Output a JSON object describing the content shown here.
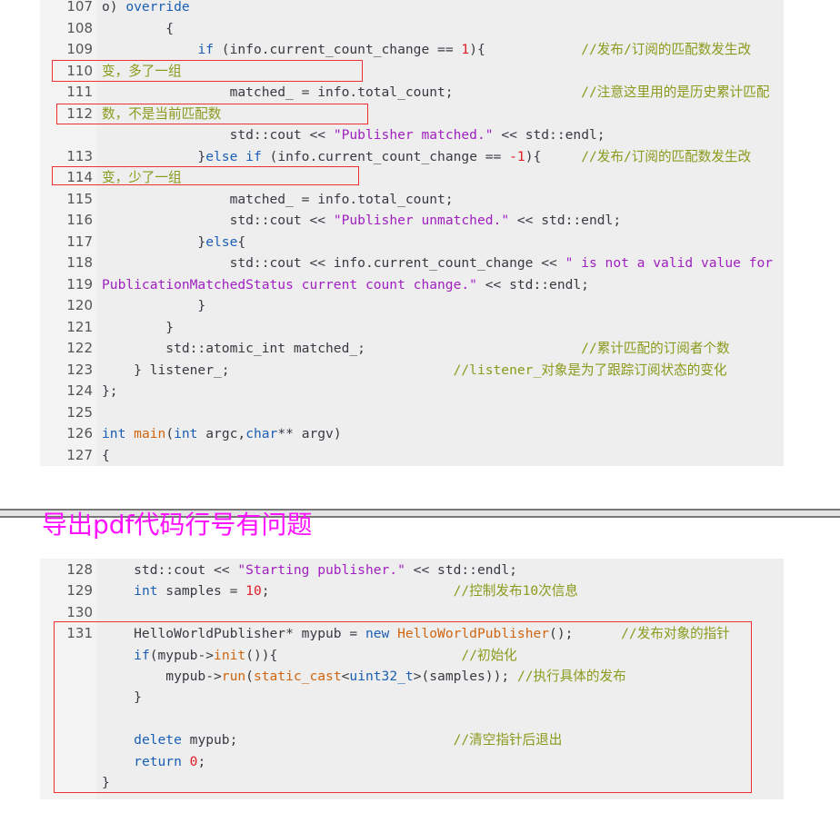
{
  "note": "导出pdf代码行号有问题",
  "colors": {
    "keyword": "#1a5fb4",
    "function": "#d0650f",
    "string": "#a020c0",
    "number": "#e01b24",
    "comment": "#8a9a1c",
    "highlight_box": "#f03030",
    "note": "#ff10ff"
  },
  "block1": [
    {
      "num": "107",
      "t": [
        [
          "o) ",
          "p"
        ],
        [
          "override",
          "k"
        ]
      ]
    },
    {
      "num": "108",
      "t": [
        [
          "        {",
          "p"
        ]
      ]
    },
    {
      "num": "109",
      "t": [
        [
          "            ",
          "p"
        ],
        [
          "if",
          "k"
        ],
        [
          " (info.current_count_change == ",
          "p"
        ],
        [
          "1",
          "n"
        ],
        [
          "){            ",
          "p"
        ],
        [
          "//发布/订阅的匹配数发生改",
          "c"
        ]
      ]
    },
    {
      "num": "110",
      "t": [
        [
          "变，多了一组",
          "c"
        ]
      ]
    },
    {
      "num": "111",
      "t": [
        [
          "                matched_ = info.total_count;                ",
          "p"
        ],
        [
          "//注意这里用的是历史累计匹配",
          "c"
        ]
      ]
    },
    {
      "num": "112",
      "t": [
        [
          "数，不是当前匹配数",
          "c"
        ]
      ]
    },
    {
      "num": "",
      "t": [
        [
          "                std::cout << ",
          "p"
        ],
        [
          "\"Publisher matched.\"",
          "s"
        ],
        [
          " << std::endl;",
          "p"
        ]
      ]
    },
    {
      "num": "113",
      "t": [
        [
          "            }",
          "p"
        ],
        [
          "else if",
          "k"
        ],
        [
          " (info.current_count_change == ",
          "p"
        ],
        [
          "-1",
          "n"
        ],
        [
          "){     ",
          "p"
        ],
        [
          "//发布/订阅的匹配数发生改",
          "c"
        ]
      ]
    },
    {
      "num": "114",
      "t": [
        [
          "变，少了一组",
          "c"
        ]
      ]
    },
    {
      "num": "115",
      "t": [
        [
          "                matched_ = info.total_count;",
          "p"
        ]
      ]
    },
    {
      "num": "116",
      "t": [
        [
          "                std::cout << ",
          "p"
        ],
        [
          "\"Publisher unmatched.\"",
          "s"
        ],
        [
          " << std::endl;",
          "p"
        ]
      ]
    },
    {
      "num": "117",
      "t": [
        [
          "            }",
          "p"
        ],
        [
          "else",
          "k"
        ],
        [
          "{",
          "p"
        ]
      ]
    },
    {
      "num": "118",
      "t": [
        [
          "                std::cout << info.current_count_change << ",
          "p"
        ],
        [
          "\" is not a valid value for",
          "s"
        ]
      ]
    },
    {
      "num": "119",
      "t": [
        [
          "PublicationMatchedStatus current count change.\"",
          "s"
        ],
        [
          " << std::endl;",
          "p"
        ]
      ]
    },
    {
      "num": "120",
      "t": [
        [
          "            }",
          "p"
        ]
      ]
    },
    {
      "num": "121",
      "t": [
        [
          "        }",
          "p"
        ]
      ]
    },
    {
      "num": "122",
      "t": [
        [
          "        std::atomic_int matched_;                           ",
          "p"
        ],
        [
          "//累计匹配的订阅者个数",
          "c"
        ]
      ]
    },
    {
      "num": "123",
      "t": [
        [
          "    } listener_;                            ",
          "p"
        ],
        [
          "//listener_对象是为了跟踪订阅状态的变化",
          "c"
        ]
      ]
    },
    {
      "num": "124",
      "t": [
        [
          "};",
          "p"
        ]
      ]
    },
    {
      "num": "125",
      "t": []
    },
    {
      "num": "126",
      "t": [
        [
          "int",
          "k"
        ],
        [
          " ",
          "p"
        ],
        [
          "main",
          "f"
        ],
        [
          "(",
          "p"
        ],
        [
          "int",
          "k"
        ],
        [
          " argc,",
          "p"
        ],
        [
          "char",
          "k"
        ],
        [
          "** argv)",
          "p"
        ]
      ]
    },
    {
      "num": "127",
      "t": [
        [
          "{",
          "p"
        ]
      ]
    }
  ],
  "block2": [
    {
      "num": "128",
      "t": [
        [
          "    std::cout << ",
          "p"
        ],
        [
          "\"Starting publisher.\"",
          "s"
        ],
        [
          " << std::endl;",
          "p"
        ]
      ]
    },
    {
      "num": "129",
      "t": [
        [
          "    ",
          "p"
        ],
        [
          "int",
          "k"
        ],
        [
          " samples = ",
          "p"
        ],
        [
          "10",
          "n"
        ],
        [
          ";                       ",
          "p"
        ],
        [
          "//控制发布10次信息",
          "c"
        ]
      ]
    },
    {
      "num": "130",
      "t": []
    },
    {
      "num": "131",
      "t": [
        [
          "    HelloWorldPublisher* mypub = ",
          "p"
        ],
        [
          "new",
          "k"
        ],
        [
          " ",
          "p"
        ],
        [
          "HelloWorldPublisher",
          "f"
        ],
        [
          "();      ",
          "p"
        ],
        [
          "//发布对象的指针",
          "c"
        ]
      ]
    },
    {
      "num": "",
      "t": [
        [
          "    ",
          "p"
        ],
        [
          "if",
          "k"
        ],
        [
          "(mypub->",
          "p"
        ],
        [
          "init",
          "f"
        ],
        [
          "()){                       ",
          "p"
        ],
        [
          "//初始化",
          "c"
        ]
      ]
    },
    {
      "num": "",
      "t": [
        [
          "        mypub->",
          "p"
        ],
        [
          "run",
          "f"
        ],
        [
          "(",
          "p"
        ],
        [
          "static_cast",
          "f"
        ],
        [
          "<",
          "p"
        ],
        [
          "uint32_t",
          "k"
        ],
        [
          ">(samples)); ",
          "p"
        ],
        [
          "//执行具体的发布",
          "c"
        ]
      ]
    },
    {
      "num": "",
      "t": [
        [
          "    }",
          "p"
        ]
      ]
    },
    {
      "num": "",
      "t": []
    },
    {
      "num": "",
      "t": [
        [
          "    ",
          "p"
        ],
        [
          "delete",
          "k"
        ],
        [
          " mypub;                           ",
          "p"
        ],
        [
          "//清空指针后退出",
          "c"
        ]
      ]
    },
    {
      "num": "",
      "t": [
        [
          "    ",
          "p"
        ],
        [
          "return",
          "k"
        ],
        [
          " ",
          "p"
        ],
        [
          "0",
          "n"
        ],
        [
          ";",
          "p"
        ]
      ]
    },
    {
      "num": "",
      "t": [
        [
          "}",
          "p"
        ]
      ]
    }
  ]
}
